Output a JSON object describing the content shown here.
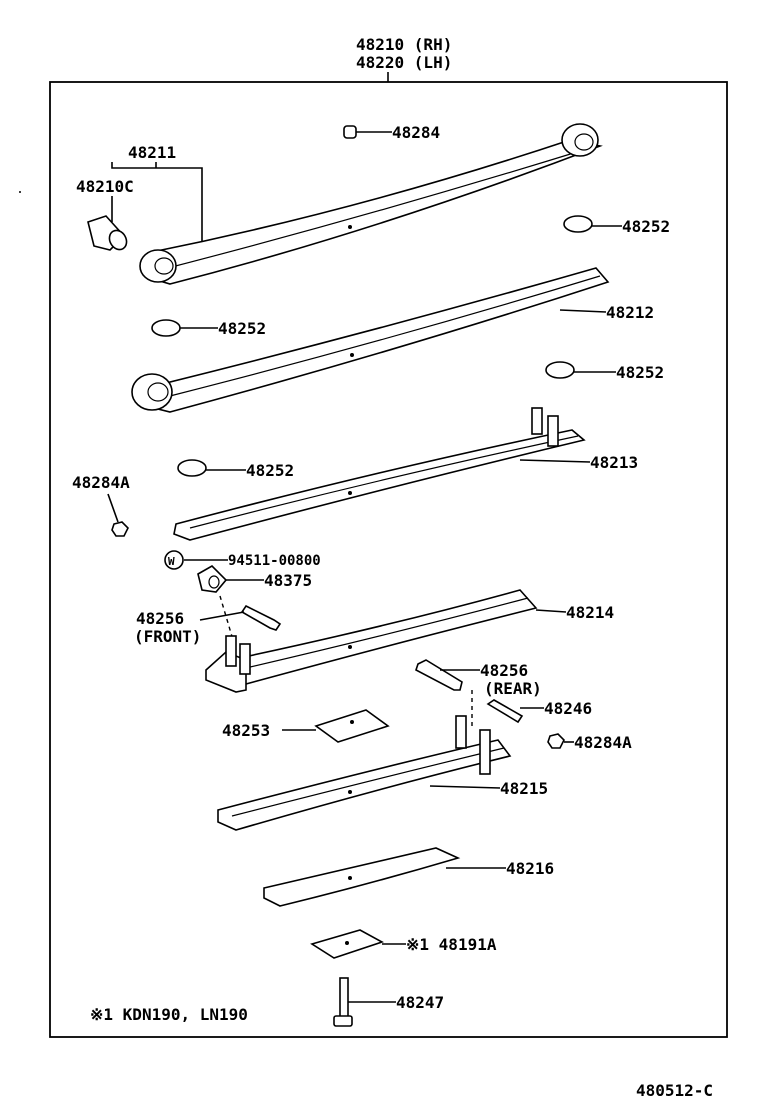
{
  "header": {
    "assembly_rh": "48210 (RH)",
    "assembly_lh": "48220 (LH)"
  },
  "labels": {
    "p48284": "48284",
    "p48211": "48211",
    "p48210c": "48210C",
    "p48252_a": "48252",
    "p48212": "48212",
    "p48252_b": "48252",
    "p48252_c": "48252",
    "p48213": "48213",
    "p48252_d": "48252",
    "p48284a_left": "48284A",
    "p94511": "94511-00800",
    "washer_symbol": "W",
    "p48375": "48375",
    "p48256_front": "48256",
    "front_note": "(FRONT)",
    "p48214": "48214",
    "p48256_rear": "48256",
    "rear_note": "(REAR)",
    "p48246": "48246",
    "p48253": "48253",
    "p48284a_right": "48284A",
    "p48215": "48215",
    "p48216": "48216",
    "p48191a": "※1 48191A",
    "p48247": "48247"
  },
  "footnote": "※1 KDN190, LN190",
  "diagram_code": "480512-C"
}
